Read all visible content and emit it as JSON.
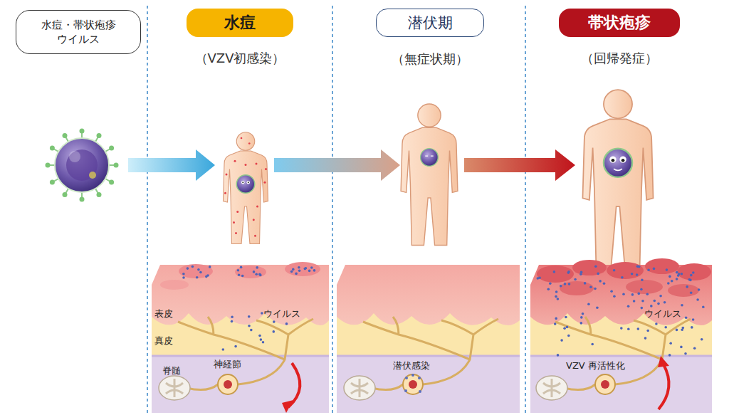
{
  "diagram": {
    "nodes": [
      {
        "text": [
          "水痘・帯状疱疹 ウイルス"
        ]
      },
      {
        "text": [
          "水痘",
          "（VZV初感染）"
        ]
      },
      {
        "text": [
          "潜伏期",
          "（無症状期）"
        ]
      },
      {
        "text": [
          "帯状疱疹",
          "（回帰発症）"
        ]
      }
    ],
    "labels": [
      "表皮",
      "真皮",
      "ウイルス",
      "脊髄",
      "神経節",
      "潜伏感染",
      "ウイルス",
      "VZV 再活性化"
    ]
  }
}
